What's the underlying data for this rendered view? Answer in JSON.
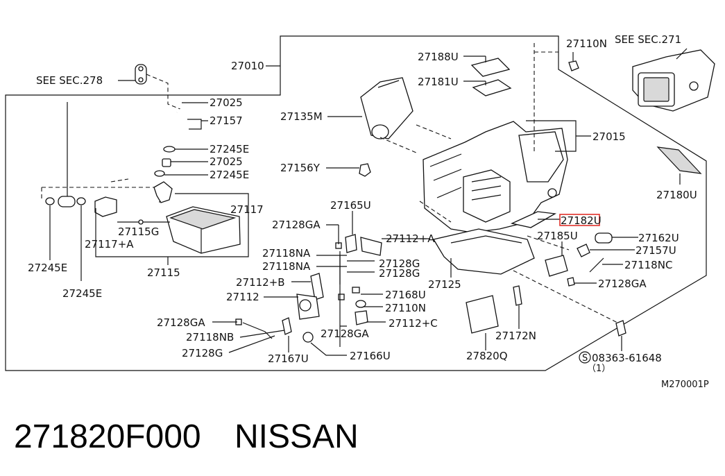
{
  "callouts": {
    "c27010": "27010",
    "see278": "SEE SEC.278",
    "c27025a": "27025",
    "c27157": "27157",
    "c27245E_a": "27245E",
    "c27025b": "27025",
    "c27245E_b": "27245E",
    "c27117": "27117",
    "c27115G": "27115G",
    "c27117A": "27117+A",
    "c27115": "27115",
    "c27245E_c": "27245E",
    "c27245E_d": "27245E",
    "c27188U": "27188U",
    "c27181U": "27181U",
    "c27135M": "27135M",
    "c27156Y": "27156Y",
    "c27165U": "27165U",
    "c27128GA_a": "27128GA",
    "c27112A": "27112+A",
    "c27118NA_a": "27118NA",
    "c27118NA_b": "27118NA",
    "c27128G_a": "27128G",
    "c27128G_b": "27128G",
    "c27112B": "27112+B",
    "c27112": "27112",
    "c27168U": "27168U",
    "c27110N_b": "27110N",
    "c27112C": "27112+C",
    "c27128GA_b": "27128GA",
    "c27118NB": "27118NB",
    "c27128GA_c": "27128GA",
    "c27128G_c": "27128G",
    "c27167U": "27167U",
    "c27166U": "27166U",
    "c27125": "27125",
    "c27820Q": "27820Q",
    "c27172N": "27172N",
    "c27110N_a": "27110N",
    "see271": "SEE SEC.271",
    "c27015": "27015",
    "c27180U": "27180U",
    "c27182U": "27182U",
    "c27185U": "27185U",
    "c27162U": "27162U",
    "c27157U": "27157U",
    "c27118NC": "27118NC",
    "c27128GA_d": "27128GA",
    "screw": "08363-61648",
    "screw_qty": "（1）"
  },
  "highlighted_part": "27182U",
  "diagram_code": "M270001P",
  "part_number": "271820F000",
  "brand": "NISSAN",
  "colors": {
    "highlight": "#e0302a",
    "ink": "#111111"
  }
}
